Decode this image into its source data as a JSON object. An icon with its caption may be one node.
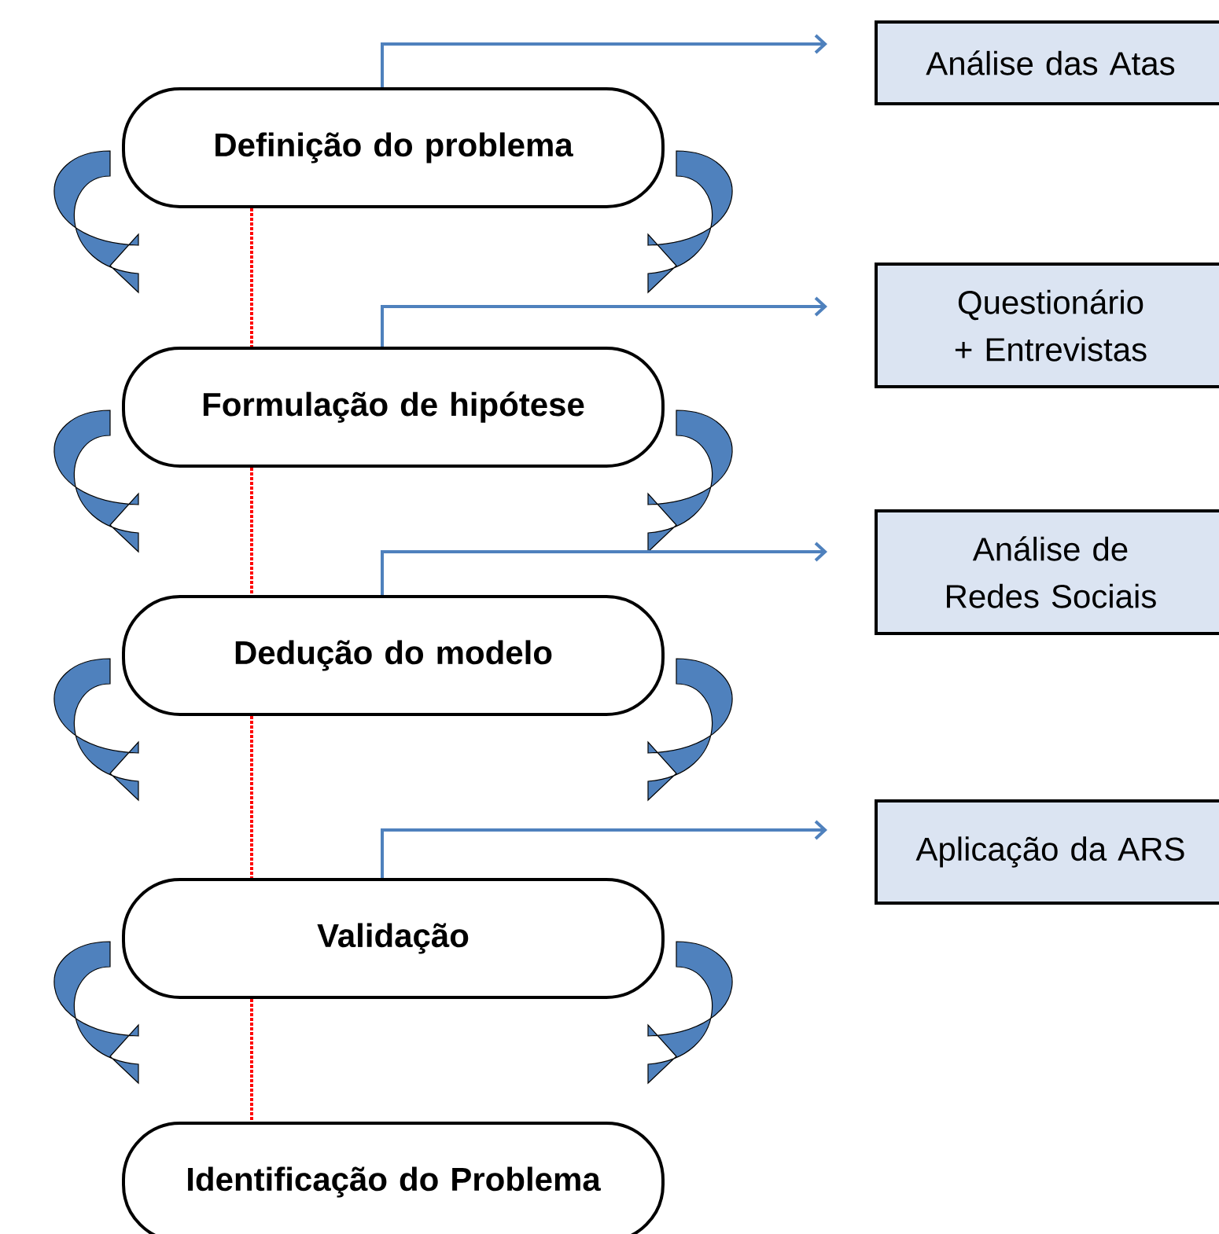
{
  "diagram": {
    "nodes": [
      {
        "text": [
          "Definição do problema"
        ]
      },
      {
        "text": [
          "Formulação de hipótese"
        ]
      },
      {
        "text": [
          "Dedução do modelo"
        ]
      },
      {
        "text": [
          "Validação"
        ]
      },
      {
        "text": [
          "Identificação do Problema"
        ]
      },
      {
        "text": [
          "Análise das Atas"
        ]
      },
      {
        "text": [
          "Questionário + Entrevistas"
        ]
      },
      {
        "text": [
          "Análise de Redes Sociais"
        ]
      },
      {
        "text": [
          "Aplicação da ARS"
        ]
      }
    ],
    "edges": [
      {
        "from": 0,
        "to": 1,
        "arrow": "none",
        "style": "dashed",
        "color": "#ff0000"
      },
      {
        "from": 1,
        "to": 2,
        "arrow": "none",
        "style": "dashed",
        "color": "#ff0000"
      },
      {
        "from": 2,
        "to": 3,
        "arrow": "none",
        "style": "dashed",
        "color": "#ff0000"
      },
      {
        "from": 3,
        "to": 4,
        "arrow": "none",
        "style": "dashed",
        "color": "#ff0000"
      },
      {
        "from": 0,
        "to": 5,
        "arrow": "to",
        "color": "#4f81bd"
      },
      {
        "from": 1,
        "to": 6,
        "arrow": "to",
        "color": "#4f81bd"
      },
      {
        "from": 2,
        "to": 7,
        "arrow": "to",
        "color": "#4f81bd"
      },
      {
        "from": 3,
        "to": 8,
        "arrow": "to",
        "color": "#4f81bd"
      }
    ]
  }
}
